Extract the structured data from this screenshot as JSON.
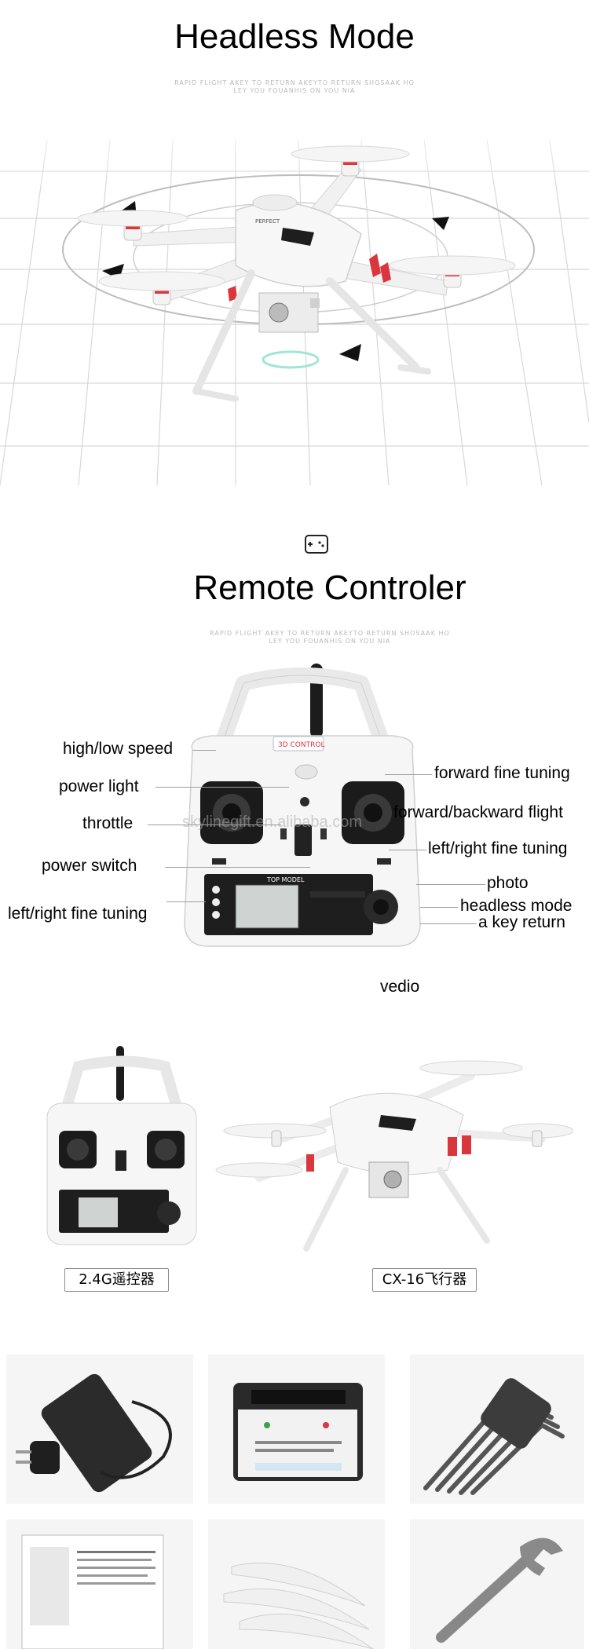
{
  "headless": {
    "title": "Headless Mode",
    "subtitle_line1": "RAPID FLIGHT AKEY TO RETURN   AKEYTO RETURN  SHOSAAK  HO",
    "subtitle_line2": "LEY   YOU   FOUANHIS   ON   YOU   NIA"
  },
  "drone_marks": {
    "label": "PERFECT"
  },
  "remote": {
    "title": "Remote Controler",
    "subtitle_line1": "RAPID FLIGHT  AKEY TO RETURN    AKEYTO RETURN   SHOSAAK  HO",
    "subtitle_line2": "LEY   YOU   FOUANHIS   ON   YOU   NIA",
    "brand_badge": "3D CONTROL",
    "screen_label": "TOP MODEL",
    "watermark": "skylinegift.en.alibaba.com"
  },
  "callouts": {
    "high_low_speed": "high/low speed",
    "power_light": "power light",
    "throttle": "throttle",
    "power_switch": "power switch",
    "left_right_fine_tuning_left": "left/right fine tuning",
    "forward_fine_tuning": "forward fine tuning",
    "forward_backward_flight": "forward/backward flight",
    "left_right_fine_tuning_right": "left/right fine tuning",
    "photo": "photo",
    "headless_mode": "headless mode",
    "a_key_return": "a key return",
    "vedio": "vedio"
  },
  "products": {
    "remote_tag": "2.4G遥控器",
    "drone_tag": "CX-16飞行器"
  },
  "accessories": [
    {
      "name": "power-adapter"
    },
    {
      "name": "battery-charger"
    },
    {
      "name": "hex-key-set"
    },
    {
      "name": "instruction-manual"
    },
    {
      "name": "spare-propellers"
    },
    {
      "name": "wrench"
    }
  ],
  "colors": {
    "accent_red": "#d9363e",
    "drone_white": "#f4f4f4",
    "grid": "#dcdcdc",
    "remote_dark": "#1f1f1f"
  }
}
